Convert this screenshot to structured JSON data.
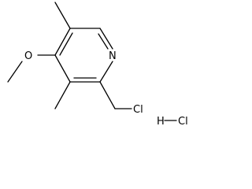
{
  "molecule": {
    "atoms": {
      "nitrogen": "N",
      "oxygen": "O",
      "chlorine": "Cl"
    }
  },
  "salt": {
    "hydrogen": "H",
    "chlorine": "Cl"
  },
  "colors": {
    "line": "#000000",
    "background": "#ffffff"
  }
}
